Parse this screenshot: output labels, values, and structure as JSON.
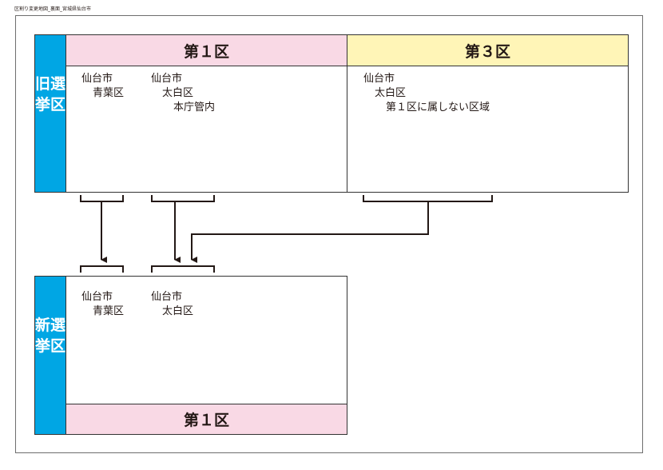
{
  "page_title": "区割り変更地図_裏面_宮城県仙台市",
  "old": {
    "side_label": "旧選挙区",
    "district1_header": "第１区",
    "district3_header": "第３区",
    "aoba": {
      "city": "仙台市",
      "ward": "青葉区"
    },
    "taihaku": {
      "city": "仙台市",
      "ward": "太白区",
      "area": "本庁管内"
    },
    "taihaku_other": {
      "city": "仙台市",
      "ward": "太白区",
      "area": "第１区に属しない区域"
    }
  },
  "new": {
    "side_label": "新選挙区",
    "district1_header": "第１区",
    "aoba": {
      "city": "仙台市",
      "ward": "青葉区"
    },
    "taihaku": {
      "city": "仙台市",
      "ward": "太白区"
    }
  },
  "colors": {
    "side": "#00a6e4",
    "district1": "#f9d9e5",
    "district3": "#fff5b7",
    "line": "#231815"
  }
}
